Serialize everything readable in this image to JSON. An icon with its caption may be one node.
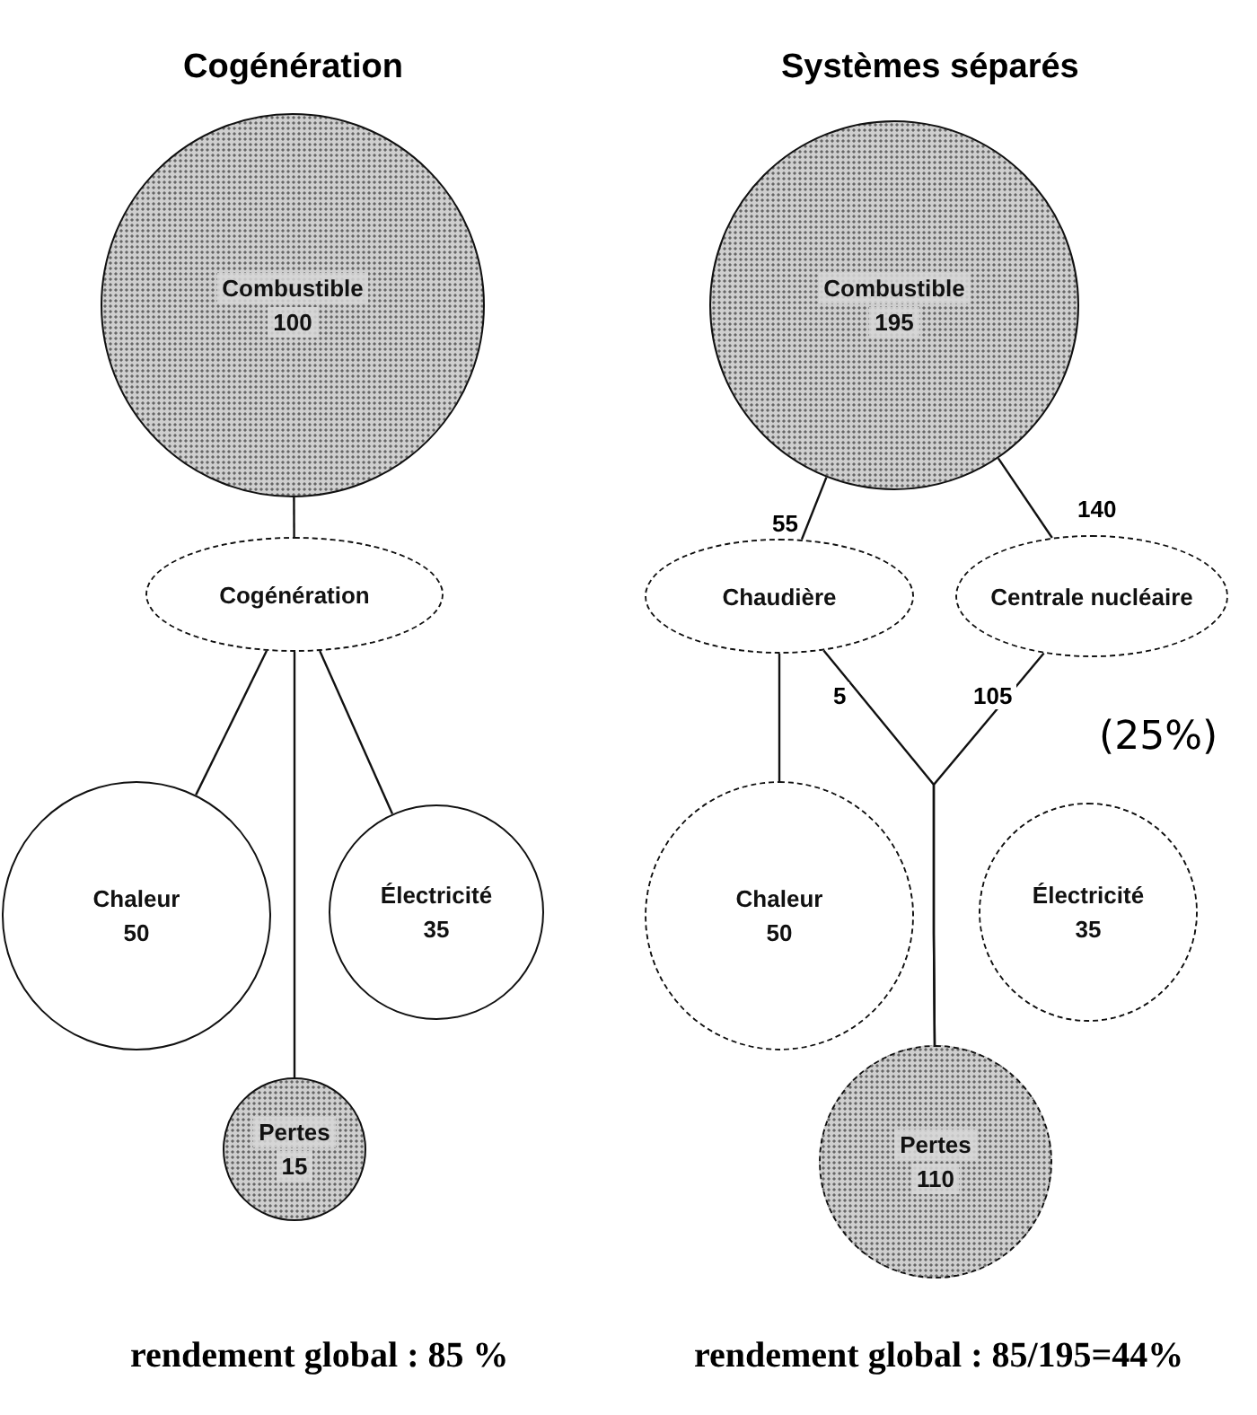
{
  "diagram": {
    "nodes": [
      {
        "text": [
          "Combustible",
          "100"
        ]
      },
      {
        "text": [
          "Cogénération"
        ]
      },
      {
        "text": [
          "Chaleur",
          "50"
        ]
      },
      {
        "text": [
          "Électricité",
          "35"
        ]
      },
      {
        "text": [
          "Pertes",
          "15"
        ]
      },
      {
        "text": [
          "Combustible",
          "195"
        ]
      },
      {
        "text": [
          "Chaudière"
        ]
      },
      {
        "text": [
          "Centrale nucléaire"
        ]
      },
      {
        "text": [
          "Chaleur",
          "50"
        ]
      },
      {
        "text": [
          "Électricité",
          "35"
        ]
      },
      {
        "text": [
          "Pertes",
          "110"
        ]
      }
    ],
    "edges": [
      {
        "from": 0,
        "to": 1,
        "arrow": "none"
      },
      {
        "from": 1,
        "to": 2,
        "arrow": "none"
      },
      {
        "from": 1,
        "to": 3,
        "arrow": "none"
      },
      {
        "from": 1,
        "to": 4,
        "arrow": "none"
      },
      {
        "from": 5,
        "to": 6,
        "arrow": "none",
        "label": "55"
      },
      {
        "from": 5,
        "to": 7,
        "arrow": "none",
        "label": "140"
      },
      {
        "from": 6,
        "to": 8,
        "arrow": "none"
      },
      {
        "from": 6,
        "to": 10,
        "arrow": "none",
        "label": "5"
      },
      {
        "from": 7,
        "to": 10,
        "arrow": "none",
        "label": "105"
      }
    ],
    "labels": [
      "Cogénération",
      "Systèmes séparés",
      "(25%)",
      "rendement global : 85 %",
      "rendement global : 85/195=44%"
    ]
  }
}
